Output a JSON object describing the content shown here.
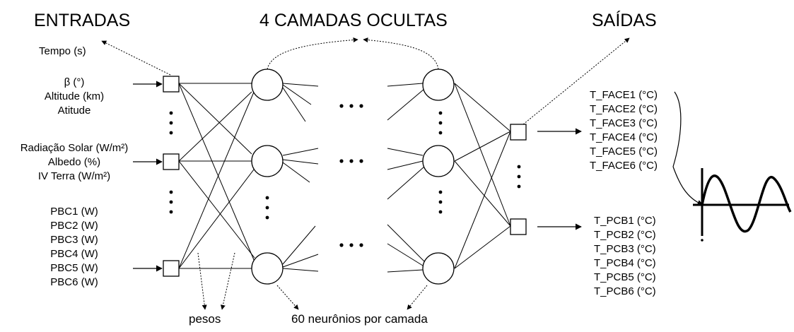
{
  "headers": {
    "inputs": "ENTRADAS",
    "hidden": "4 CAMADAS OCULTAS",
    "outputs": "SAÍDAS"
  },
  "inputs": {
    "time": "Tempo (s)",
    "group1": [
      "β (°)",
      "Altitude (km)",
      "Atitude"
    ],
    "group2": [
      "Radiação Solar (W/m²)",
      "Albedo (%)",
      "IV Terra (W/m²)"
    ],
    "group3": [
      "PBC1 (W)",
      "PBC2 (W)",
      "PBC3 (W)",
      "PBC4 (W)",
      "PBC5 (W)",
      "PBC6 (W)"
    ]
  },
  "outputs": {
    "faces": [
      "T_FACE1 (°C)",
      "T_FACE2 (°C)",
      "T_FACE3 (°C)",
      "T_FACE4 (°C)",
      "T_FACE5 (°C)",
      "T_FACE6 (°C)"
    ],
    "pcbs": [
      "T_PCB1 (°C)",
      "T_PCB2 (°C)",
      "T_PCB3 (°C)",
      "T_PCB4 (°C)",
      "T_PCB5 (°C)",
      "T_PCB6 (°C)"
    ]
  },
  "annotations": {
    "weights": "pesos",
    "neurons": "60 neurônios por camada"
  },
  "colors": {
    "line": "#000000",
    "background": "#ffffff"
  }
}
